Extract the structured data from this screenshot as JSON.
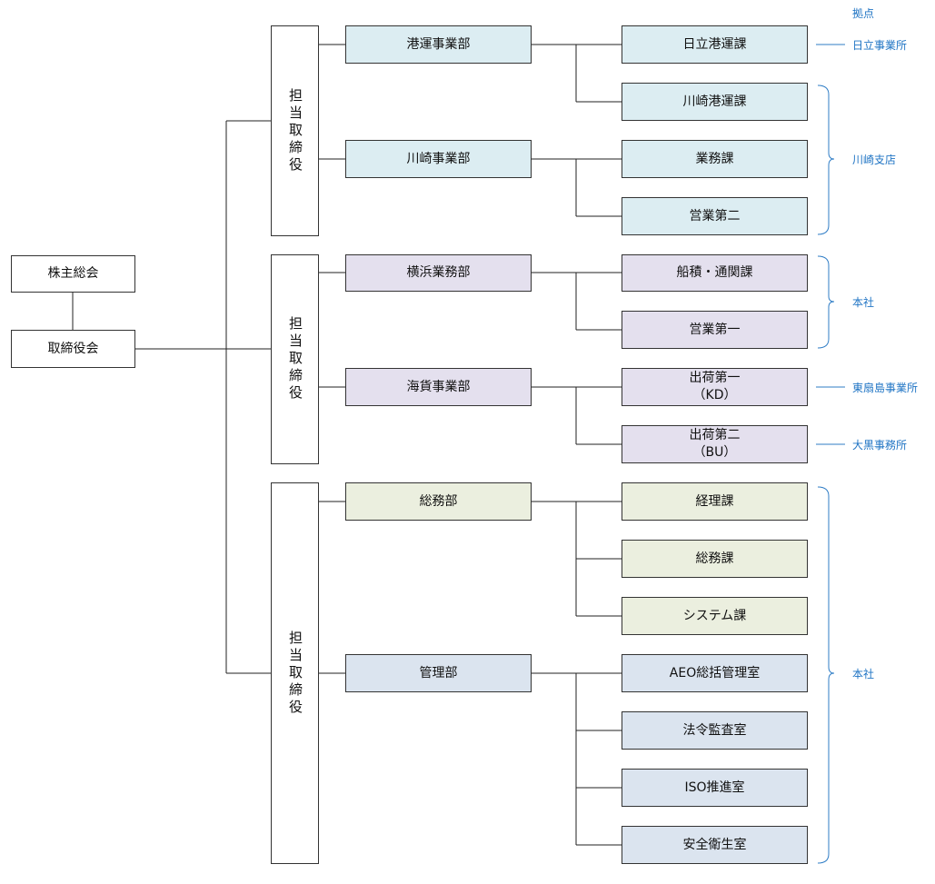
{
  "top": {
    "shareholders": "株主総会",
    "board": "取締役会"
  },
  "officers": [
    "担当取締役",
    "担当取締役",
    "担当取締役"
  ],
  "departments": {
    "kouun": "港運事業部",
    "kawasaki": "川崎事業部",
    "yokohama": "横浜業務部",
    "kaika": "海貨事業部",
    "soumu": "総務部",
    "kanri": "管理部"
  },
  "sections": {
    "hitachi_kouun": "日立港運課",
    "kawasaki_kouun": "川崎港運課",
    "gyoumu": "業務課",
    "eigyou2": "営業第二",
    "funazumi": "船積・通関課",
    "eigyou1": "営業第一",
    "shukka1": "出荷第一\n（KD）",
    "shukka2": "出荷第二\n（BU）",
    "keiri": "経理課",
    "soumuka": "総務課",
    "system": "システム課",
    "aeo": "AEO総括管理室",
    "houre": "法令監査室",
    "iso": "ISO推進室",
    "anzen": "安全衛生室"
  },
  "locations": {
    "header": "拠点",
    "hitachi": "日立事業所",
    "kawasaki_branch": "川崎支店",
    "honsha1": "本社",
    "higashiougishima": "東扇島事業所",
    "daikoku": "大黒事務所",
    "honsha2": "本社"
  },
  "colors": {
    "kouun_group": "#dcedf2",
    "yokohama_group": "#e4e0ee",
    "soumu_group": "#ebefdf",
    "kanri_group": "#dbe4ef",
    "location_text": "#1f74c4"
  }
}
